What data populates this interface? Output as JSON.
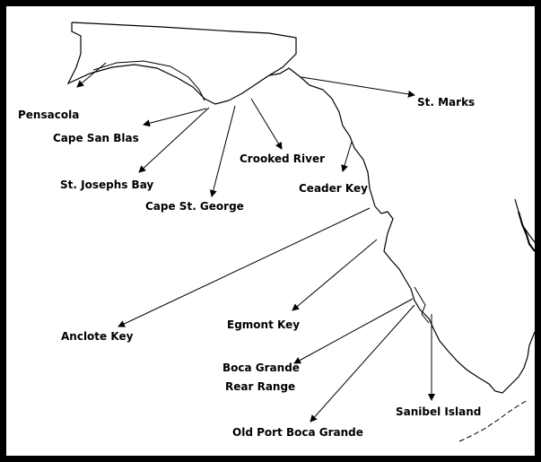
{
  "map": {
    "labels": {
      "pensacola": "Pensacola",
      "cape_san_blas": "Cape San Blas",
      "st_josephs_bay": "St. Josephs Bay",
      "cape_st_george": "Cape St. George",
      "crooked_river": "Crooked River",
      "st_marks": "St. Marks",
      "ceader_key": "Ceader Key",
      "anclote_key": "Anclote Key",
      "egmont_key": "Egmont Key",
      "boca_grande_line1": "Boca Grande",
      "boca_grande_line2": "Rear Range",
      "sanibel_island": "Sanibel Island",
      "old_port_boca_grande": "Old Port Boca Grande"
    }
  }
}
